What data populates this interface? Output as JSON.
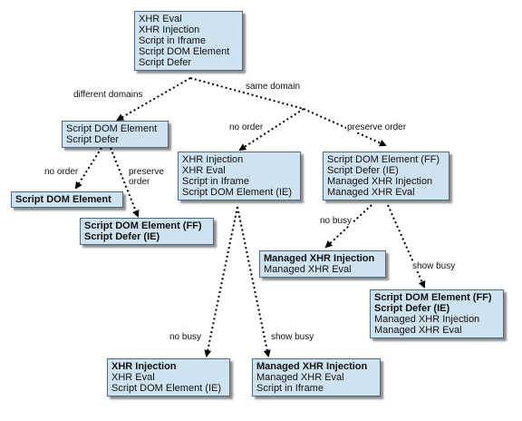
{
  "nodes": {
    "root": {
      "lines": [
        {
          "text": "XHR Eval"
        },
        {
          "text": "XHR Injection"
        },
        {
          "text": "Script in Iframe"
        },
        {
          "text": "Script DOM Element"
        },
        {
          "text": "Script Defer"
        }
      ]
    },
    "diff_domain": {
      "lines": [
        {
          "text": "Script DOM Element"
        },
        {
          "text": "Script Defer"
        }
      ]
    },
    "sde_leaf": {
      "lines": [
        {
          "text": "Script DOM Element",
          "bold": true
        }
      ]
    },
    "sde_ff": {
      "lines": [
        {
          "text": "Script DOM Element (FF)",
          "bold": true
        },
        {
          "text": "Script Defer (IE)",
          "bold": true
        }
      ]
    },
    "no_order": {
      "lines": [
        {
          "text": "XHR Injection"
        },
        {
          "text": "XHR Eval"
        },
        {
          "text": "Script in Iframe"
        },
        {
          "text": "Script DOM Element (IE)"
        }
      ]
    },
    "preserve": {
      "lines": [
        {
          "text": "Script DOM Element (FF)"
        },
        {
          "text": "Script Defer (IE)"
        },
        {
          "text": "Managed XHR Injection"
        },
        {
          "text": "Managed XHR Eval"
        }
      ]
    },
    "mxhr_inj": {
      "lines": [
        {
          "text": "Managed XHR Injection",
          "bold": true
        },
        {
          "text": "Managed XHR Eval"
        }
      ]
    },
    "busy_right": {
      "lines": [
        {
          "text": "Script DOM Element (FF)",
          "bold": true
        },
        {
          "text": "Script Defer (IE)",
          "bold": true
        },
        {
          "text": "Managed XHR Injection"
        },
        {
          "text": "Managed XHR Eval"
        }
      ]
    },
    "xhr_inj": {
      "lines": [
        {
          "text": "XHR Injection",
          "bold": true
        },
        {
          "text": "XHR Eval"
        },
        {
          "text": "Script DOM Element (IE)"
        }
      ]
    },
    "mxhr_bottom": {
      "lines": [
        {
          "text": "Managed XHR Injection",
          "bold": true
        },
        {
          "text": "Managed XHR Eval"
        },
        {
          "text": "Script in Iframe"
        }
      ]
    }
  },
  "edge_labels": {
    "different_domains": "different domains",
    "same_domain": "same domain",
    "no_order_left": "no order",
    "preserve_order_left": "preserve order",
    "no_order_mid": "no order",
    "preserve_order_right": "preserve order",
    "no_busy_right": "no busy",
    "show_busy_right": "show busy",
    "no_busy_bottom": "no busy",
    "show_busy_bottom": "show busy"
  }
}
